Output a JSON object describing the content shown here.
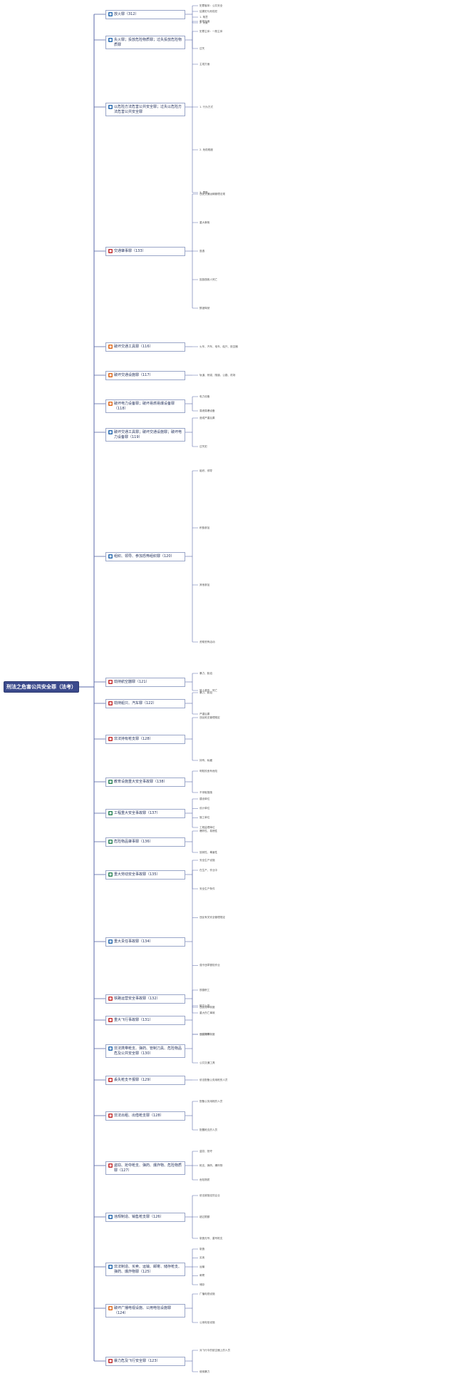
{
  "title": "刑法之危害公共安全罪（法考）",
  "colors": {
    "root_bg": "#3b4a8c",
    "line": "#5a6aa8",
    "icon_blue": "#2b6cb0",
    "icon_red": "#c53030",
    "icon_green": "#2f855a",
    "icon_orange": "#dd6b20"
  },
  "branches": [
    {
      "id": "b1",
      "label": "放火罪（312）",
      "icon": "blue",
      "details": [
        "犯罪客体：公共安全",
        "结果犯与危险犯",
        "1. 故意",
        "2. 对象"
      ]
    },
    {
      "id": "b2",
      "label": "失火罪；投放危险物质罪；过失投放危险物质罪",
      "icon": "blue",
      "details": [
        "犯罪主体：一般主体",
        "过失"
      ]
    },
    {
      "id": "b3",
      "label": "以危险方法危害公共安全罪；过失以危险方法危害公共安全罪",
      "icon": "blue",
      "details": [
        "客观方面",
        "主观方面",
        "1. 行为方式",
        "2. 危险程度",
        "3. 罪数"
      ]
    },
    {
      "id": "b4",
      "label": "交通肇事罪（133）",
      "icon": "red",
      "details": [
        "违反交通运输管理法规",
        "重大事故",
        "逃逸",
        "因逃逸致人死亡",
        "醉酒驾驶"
      ]
    },
    {
      "id": "b5",
      "label": "破坏交通工具罪（116）",
      "icon": "orange",
      "details": [
        "火车、汽车、电车、船只、航空器"
      ]
    },
    {
      "id": "b6",
      "label": "破坏交通设施罪（117）",
      "icon": "orange",
      "details": [
        "轨道、桥梁、隧道、公路、机场"
      ]
    },
    {
      "id": "b7",
      "label": "破坏电力设备罪；破坏易燃易爆设备罪（118）",
      "icon": "orange",
      "details": [
        "电力设备",
        "易燃易爆设备"
      ]
    },
    {
      "id": "b8",
      "label": "破坏交通工具罪；破坏交通设施罪；破坏电力设备罪（119）",
      "icon": "blue",
      "details": [
        "造成严重后果",
        "过失犯"
      ]
    },
    {
      "id": "b9",
      "label": "组织、领导、参加恐怖组织罪（120）",
      "icon": "blue",
      "details": [
        "组织、领导",
        "积极参加",
        "其他参加",
        "资助恐怖活动"
      ]
    },
    {
      "id": "b10",
      "label": "劫持航空器罪（121）",
      "icon": "red",
      "details": [
        "暴力、胁迫",
        "致人重伤、死亡"
      ]
    },
    {
      "id": "b11",
      "label": "劫持船只、汽车罪（122）",
      "icon": "red",
      "details": [
        "暴力、胁迫",
        "严重后果"
      ]
    },
    {
      "id": "b12",
      "label": "非法持有枪支罪（128）",
      "icon": "red",
      "details": [
        "违反枪支管理规定",
        "持有、私藏"
      ]
    },
    {
      "id": "b13",
      "label": "教育设施重大安全事故罪（138）",
      "icon": "green",
      "details": [
        "明知校舍有危险",
        "不采取措施"
      ]
    },
    {
      "id": "b14",
      "label": "工程重大安全事故罪（137）",
      "icon": "green",
      "details": [
        "建设单位",
        "设计单位",
        "施工单位",
        "工程监理单位"
      ]
    },
    {
      "id": "b15",
      "label": "危险物品肇事罪（136）",
      "icon": "green",
      "details": [
        "爆炸性、易燃性",
        "放射性、毒害性"
      ]
    },
    {
      "id": "b16",
      "label": "重大劳动安全事故罪（135）",
      "icon": "green",
      "details": [
        "安全生产设施",
        "安全生产条件"
      ]
    },
    {
      "id": "b17",
      "label": "重大责任事故罪（134）",
      "icon": "blue",
      "details": [
        "在生产、作业中",
        "违反有关安全管理规定",
        "强令违章冒险作业",
        "重大伤亡事故"
      ]
    },
    {
      "id": "b18",
      "label": "铁路运营安全事故罪（132）",
      "icon": "red",
      "details": [
        "铁路职工",
        "违反规章制度"
      ]
    },
    {
      "id": "b19",
      "label": "重大飞行事故罪（131）",
      "icon": "red",
      "details": [
        "航空人员",
        "违反规章制度"
      ]
    },
    {
      "id": "b20",
      "label": "非法携带枪支、弹药、管制刀具、危险物品危及公共安全罪（130）",
      "icon": "blue",
      "details": [
        "公共场所",
        "公共交通工具"
      ]
    },
    {
      "id": "b21",
      "label": "丢失枪支不报罪（129）",
      "icon": "red",
      "details": [
        "依法配备公务用枪的人员"
      ]
    },
    {
      "id": "b22",
      "label": "非法出租、出借枪支罪（128）",
      "icon": "red",
      "details": [
        "配备公务用枪的人员",
        "配置枪支的人员"
      ]
    },
    {
      "id": "b23",
      "label": "盗窃、抢夺枪支、弹药、爆炸物、危险物质罪（127）",
      "icon": "red",
      "details": [
        "盗窃、抢夺",
        "枪支、弹药、爆炸物",
        "危险物质"
      ]
    },
    {
      "id": "b24",
      "label": "违规制造、销售枪支罪（126）",
      "icon": "blue",
      "details": [
        "依法被指定的企业",
        "超过限额",
        "制造无号、重号枪支"
      ]
    },
    {
      "id": "b25",
      "label": "非法制造、买卖、运输、邮寄、储存枪支、弹药、爆炸物罪（125）",
      "icon": "blue",
      "details": [
        "制造",
        "买卖",
        "运输",
        "邮寄",
        "储存"
      ]
    },
    {
      "id": "b26",
      "label": "破坏广播电视设施、公用电信设施罪（124）",
      "icon": "orange",
      "details": [
        "广播电视设施",
        "公用电信设施"
      ]
    },
    {
      "id": "b27",
      "label": "暴力危及飞行安全罪（123）",
      "icon": "red",
      "details": [
        "对飞行中的航空器上的人员",
        "使用暴力"
      ]
    }
  ]
}
